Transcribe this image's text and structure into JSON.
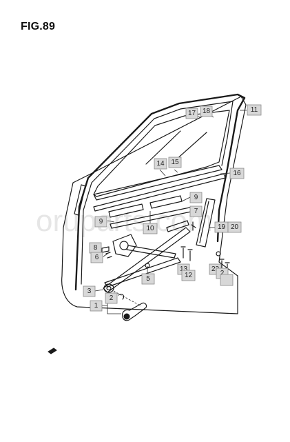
{
  "figure": {
    "title": "FIG.89"
  },
  "watermark": {
    "text": "oruparts.com"
  },
  "callouts": [
    {
      "id": "c17",
      "label": "17"
    },
    {
      "id": "c18",
      "label": "18"
    },
    {
      "id": "c11",
      "label": "11"
    },
    {
      "id": "c14",
      "label": "14"
    },
    {
      "id": "c15",
      "label": "15"
    },
    {
      "id": "c16",
      "label": "16"
    },
    {
      "id": "c9a",
      "label": "9"
    },
    {
      "id": "c9b",
      "label": "9"
    },
    {
      "id": "c7",
      "label": "7"
    },
    {
      "id": "c10",
      "label": "10"
    },
    {
      "id": "c19",
      "label": "19"
    },
    {
      "id": "c20",
      "label": "20"
    },
    {
      "id": "c8",
      "label": "8"
    },
    {
      "id": "c6",
      "label": "6"
    },
    {
      "id": "c23",
      "label": "23"
    },
    {
      "id": "c13",
      "label": "13"
    },
    {
      "id": "c12",
      "label": "12"
    },
    {
      "id": "c22",
      "label": "2"
    },
    {
      "id": "c21",
      "label": ""
    },
    {
      "id": "c5",
      "label": "5"
    },
    {
      "id": "c3",
      "label": "3"
    },
    {
      "id": "c2",
      "label": "2"
    },
    {
      "id": "c1",
      "label": "1"
    }
  ]
}
